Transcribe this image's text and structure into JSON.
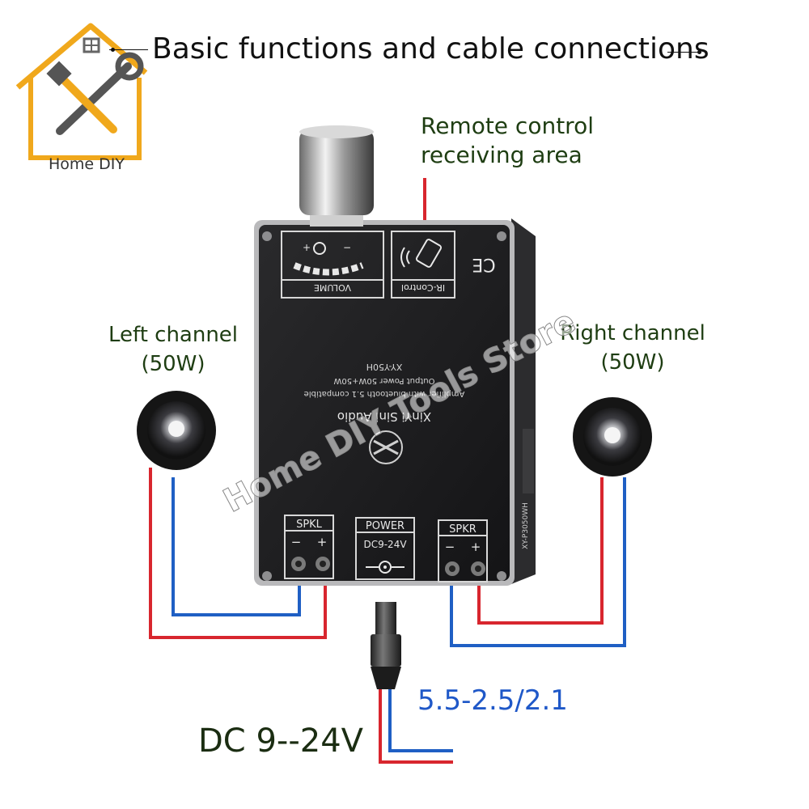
{
  "header": {
    "title": "Basic functions and cable connections"
  },
  "logo": {
    "text": "Home DIY"
  },
  "labels": {
    "remote_line1": "Remote control",
    "remote_line2": "receiving area",
    "left_line1": "Left channel",
    "left_line2": "(50W)",
    "right_line1": "Right channel",
    "right_line2": "(50W)",
    "connector_size": "5.5-2.5/2.1",
    "dc_input": "DC 9--24V"
  },
  "board": {
    "volume_label": "VOLUME",
    "ir_label": "IR-Control",
    "brand": "XinYi Sini Audio",
    "desc_line1": "Amplifier with bluetooth 5.1 compatible",
    "desc_line2": "Output Power 50W+50W",
    "model": "XY-Y50H",
    "side_code": "XY-P3050WH",
    "ce": "CE",
    "spkl": "SPKL",
    "spkr": "SPKR",
    "power": "POWER",
    "power_range": "DC9-24V",
    "minus": "−",
    "plus": "+",
    "vol_plus": "+",
    "vol_minus": "−"
  },
  "watermark": "Home DIY Tools Store",
  "colors": {
    "red_wire": "#d8262e",
    "blue_wire": "#1f5fc4",
    "board": "#1c1c1e"
  }
}
